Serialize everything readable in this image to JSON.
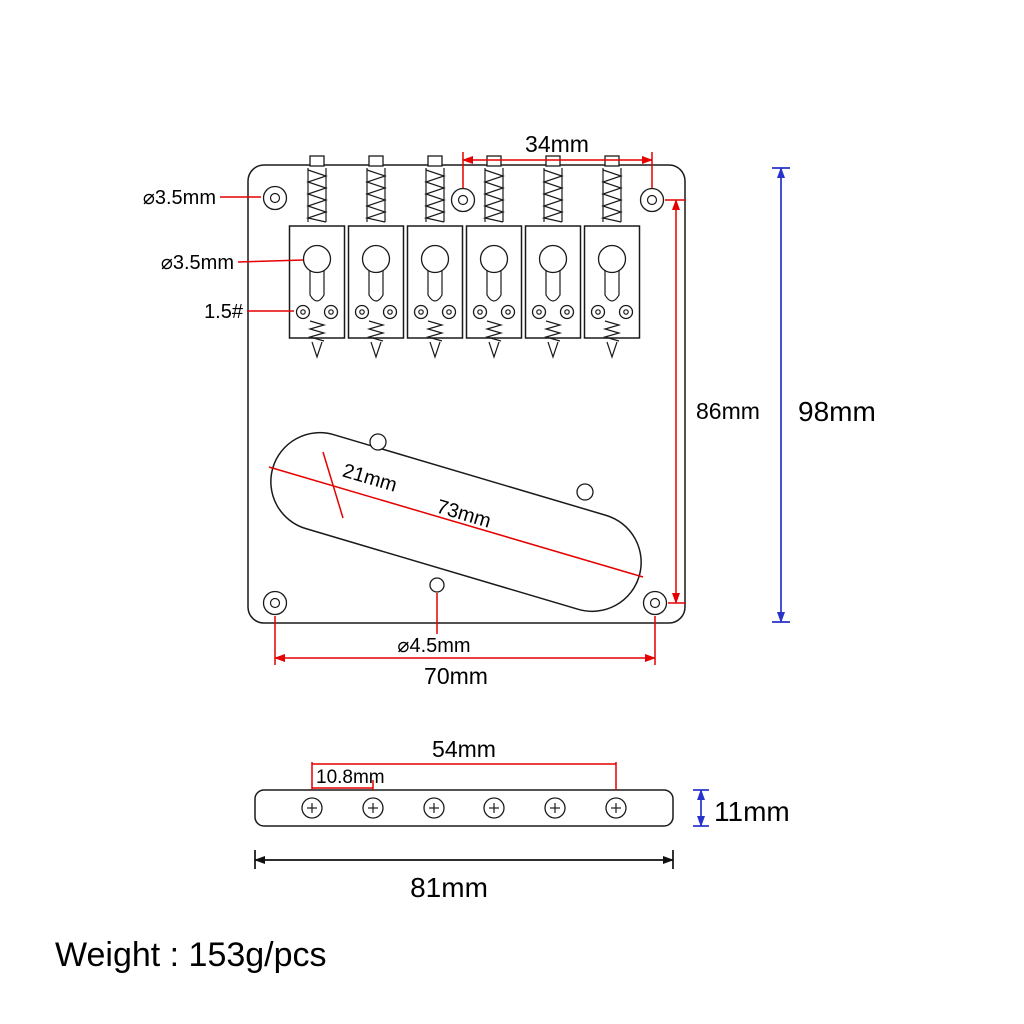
{
  "diagram": {
    "top_view": {
      "corner_hole_dia": "⌀3.5mm",
      "saddle_hole_dia": "⌀3.5mm",
      "saddle_screw_size": "1.5#",
      "top_hole_spacing": "34mm",
      "mount_hole_span": "86mm",
      "plate_length": "98mm",
      "pickup_cutout_width": "21mm",
      "pickup_cutout_length": "73mm",
      "bottom_center_hole_dia": "⌀4.5mm",
      "bottom_hole_spacing": "70mm"
    },
    "side_view": {
      "screw_span": "54mm",
      "screw_pitch": "10.8mm",
      "bar_height": "11mm",
      "bar_length": "81mm"
    },
    "weight": "Weight : 153g/pcs"
  },
  "colors": {
    "dim-red": "#e60000",
    "dim-blue": "#2633cc",
    "ink": "#1a1a1a"
  }
}
